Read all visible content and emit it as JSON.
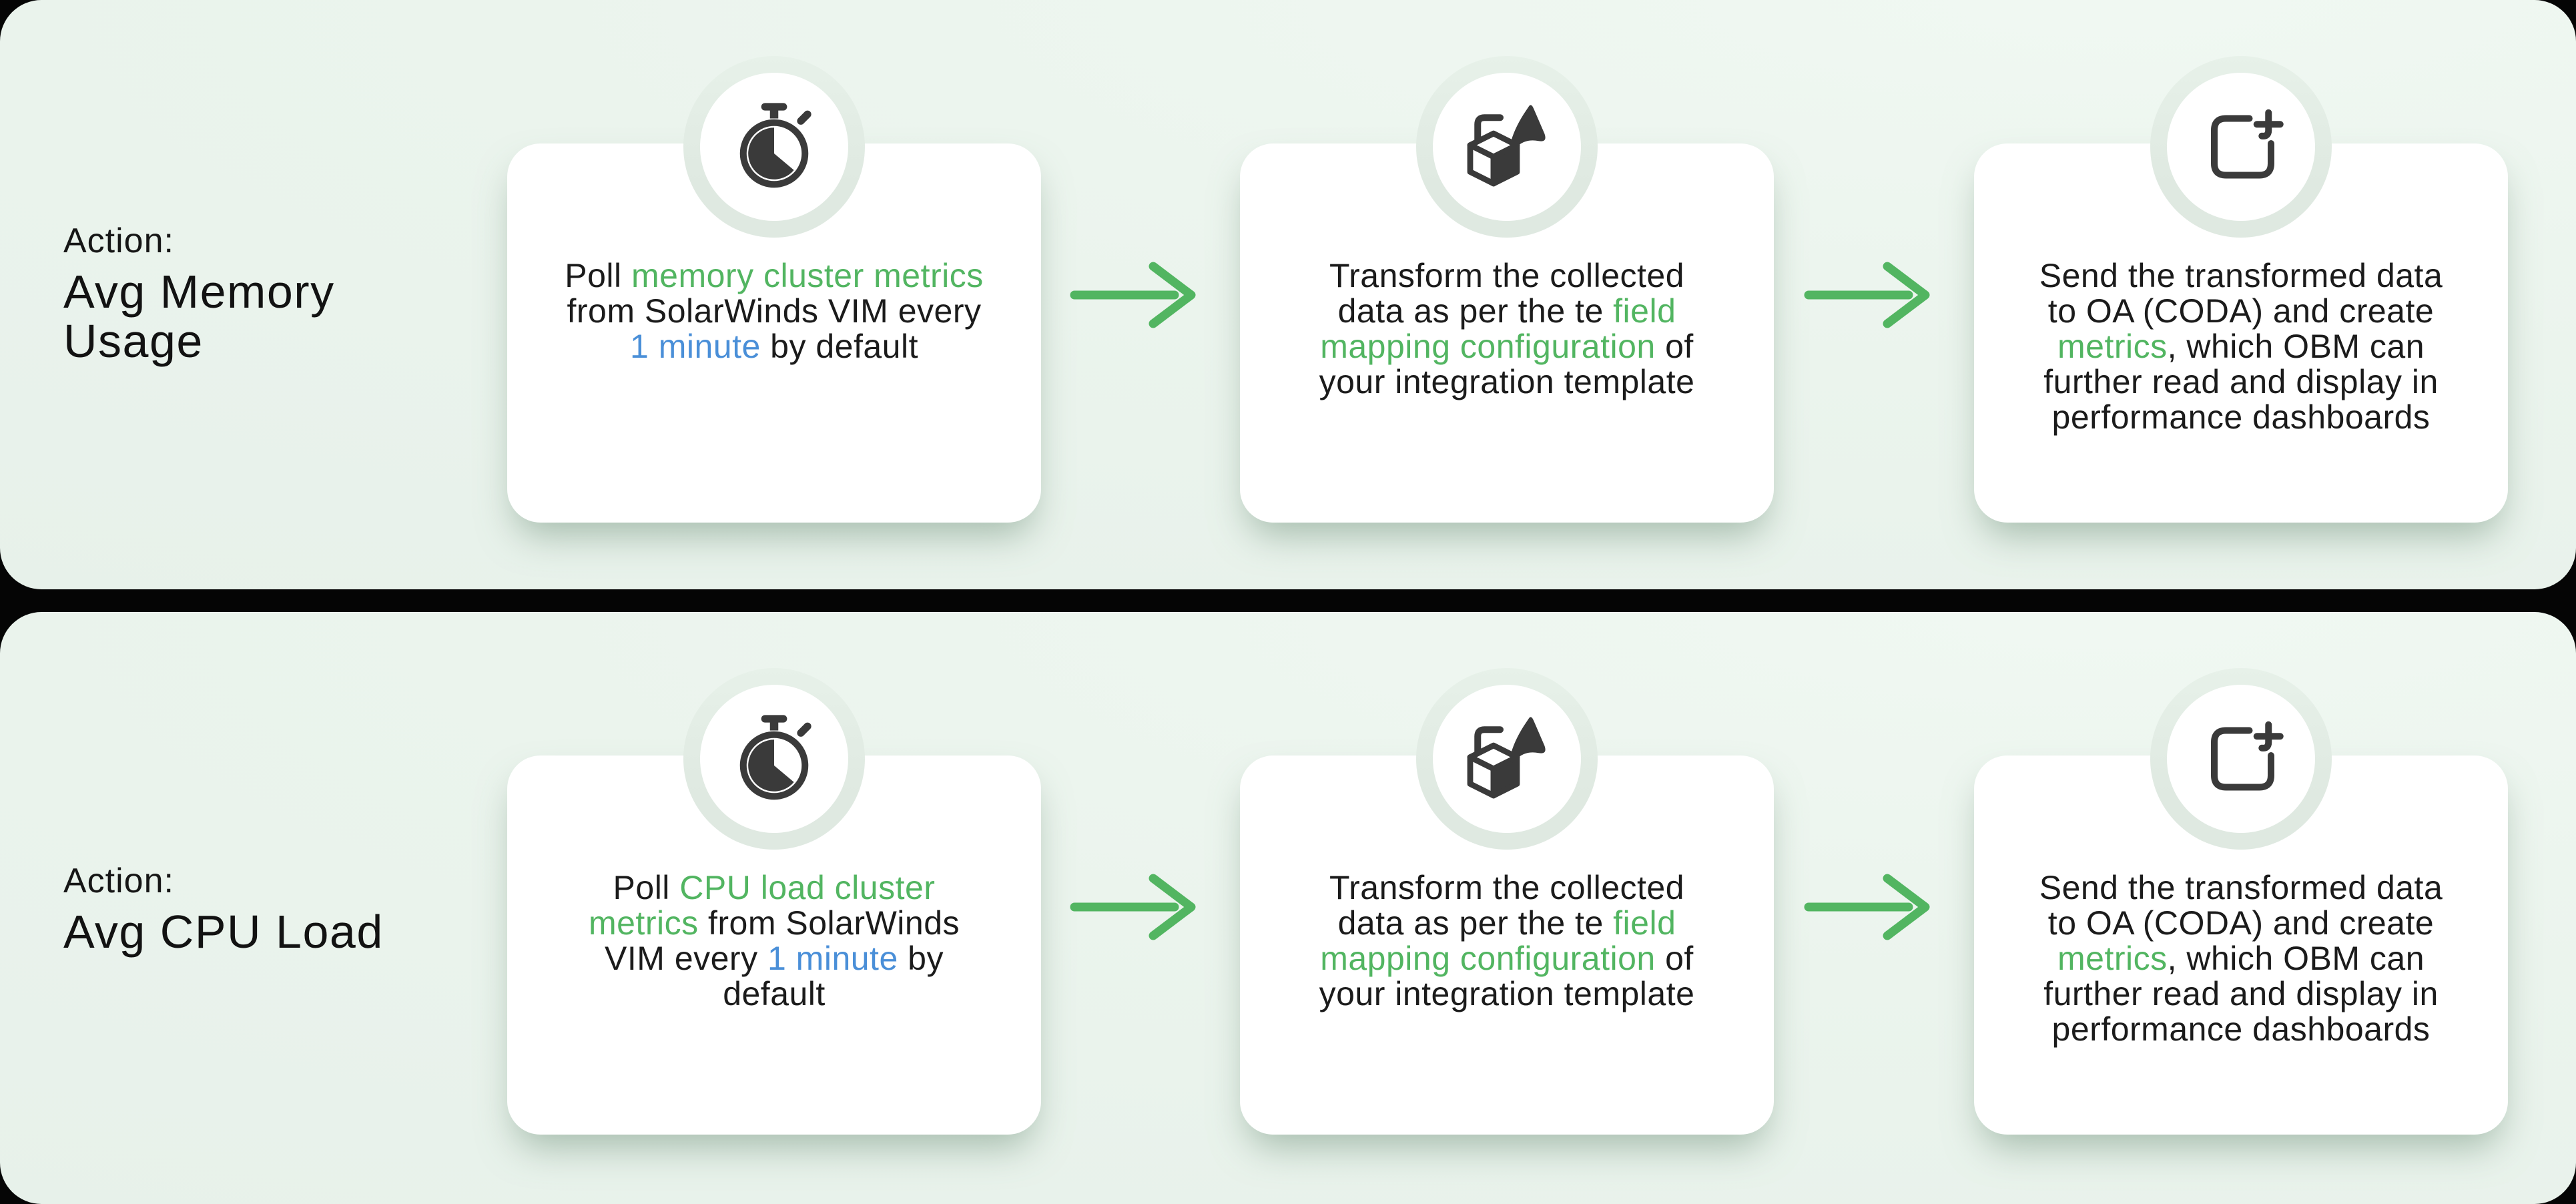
{
  "theme": {
    "colors": {
      "green": "#52b561",
      "blue": "#4a8fd8",
      "dark_text": "#1b1b1b",
      "icon": "#3a3a3a",
      "panel": "#ebf4ed",
      "card": "#ffffff",
      "ring": "#dfe9e1",
      "background": "#000000"
    }
  },
  "rows": [
    {
      "action_label": "Action:",
      "action_title": "Avg Memory\nUsage",
      "steps": [
        {
          "icon": "stopwatch-icon",
          "segments": [
            {
              "text": "Poll ",
              "color": "dark"
            },
            {
              "text": "memory cluster metrics",
              "color": "green"
            },
            {
              "text": "\nfrom SolarWinds VIM every\n",
              "color": "dark"
            },
            {
              "text": "1 minute",
              "color": "blue"
            },
            {
              "text": " by default",
              "color": "dark"
            }
          ]
        },
        {
          "icon": "shape-transform-icon",
          "segments": [
            {
              "text": "Transform the collected\ndata as per the te ",
              "color": "dark"
            },
            {
              "text": "field\nmapping configuration",
              "color": "green"
            },
            {
              "text": " of\nyour integration template",
              "color": "dark"
            }
          ]
        },
        {
          "icon": "create-metric-icon",
          "segments": [
            {
              "text": "Send the transformed data\nto OA (CODA) and create\n",
              "color": "dark"
            },
            {
              "text": "metrics",
              "color": "green"
            },
            {
              "text": ", which OBM can\nfurther read and display in\nperformance dashboards",
              "color": "dark"
            }
          ]
        }
      ]
    },
    {
      "action_label": "Action:",
      "action_title": "Avg CPU Load",
      "steps": [
        {
          "icon": "stopwatch-icon",
          "segments": [
            {
              "text": "Poll ",
              "color": "dark"
            },
            {
              "text": "CPU load cluster\nmetrics",
              "color": "green"
            },
            {
              "text": " from SolarWinds\nVIM every ",
              "color": "dark"
            },
            {
              "text": "1 minute",
              "color": "blue"
            },
            {
              "text": " by\ndefault",
              "color": "dark"
            }
          ]
        },
        {
          "icon": "shape-transform-icon",
          "segments": [
            {
              "text": "Transform the collected\ndata as per the te ",
              "color": "dark"
            },
            {
              "text": "field\nmapping configuration",
              "color": "green"
            },
            {
              "text": " of\nyour integration template",
              "color": "dark"
            }
          ]
        },
        {
          "icon": "create-metric-icon",
          "segments": [
            {
              "text": "Send the transformed data\nto OA (CODA) and create\n",
              "color": "dark"
            },
            {
              "text": "metrics",
              "color": "green"
            },
            {
              "text": ", which OBM can\nfurther read and display in\nperformance dashboards",
              "color": "dark"
            }
          ]
        }
      ]
    }
  ]
}
